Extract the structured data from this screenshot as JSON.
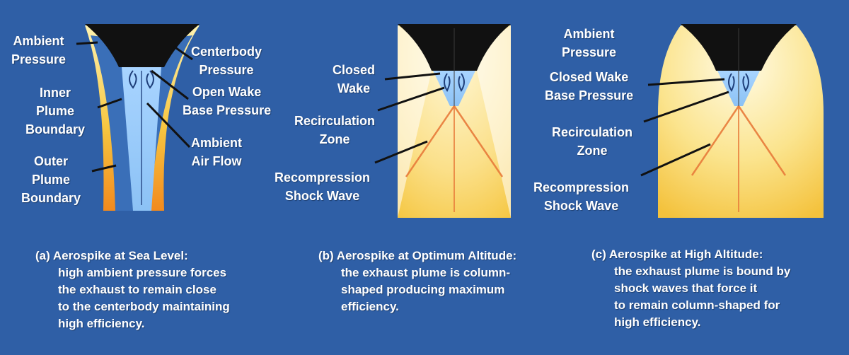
{
  "colors": {
    "background": "#2f5fa6",
    "centerbody": "#111111",
    "plume_core": "#9fd0ff",
    "plume_warm": "#f6c23a",
    "plume_light": "#fff6c8",
    "shock": "#e87b3a",
    "leader": "#111111"
  },
  "panel_a": {
    "labels": {
      "ambient_pressure": [
        "Ambient",
        "Pressure"
      ],
      "inner_plume_boundary": [
        "Inner",
        "Plume",
        "Boundary"
      ],
      "outer_plume_boundary": [
        "Outer",
        "Plume",
        "Boundary"
      ],
      "centerbody_pressure": [
        "Centerbody",
        "Pressure"
      ],
      "open_wake_base_pressure": [
        "Open Wake",
        "Base Pressure"
      ],
      "ambient_air_flow": [
        "Ambient",
        "Air Flow"
      ]
    },
    "caption": [
      "(a) Aerospike at Sea Level:",
      "high ambient pressure forces",
      "the exhaust to remain close",
      "to the centerbody maintaining",
      "high efficiency."
    ]
  },
  "panel_b": {
    "labels": {
      "closed_wake": [
        "Closed",
        "Wake"
      ],
      "recirculation_zone": [
        "Recirculation",
        "Zone"
      ],
      "recompression_shock_wave": [
        "Recompression",
        "Shock Wave"
      ]
    },
    "caption": [
      "(b) Aerospike at Optimum Altitude:",
      "the exhaust plume is column-",
      "shaped producing maximum",
      "efficiency."
    ]
  },
  "panel_c": {
    "labels": {
      "ambient_pressure": [
        "Ambient",
        "Pressure"
      ],
      "closed_wake_base_pressure": [
        "Closed Wake",
        "Base Pressure"
      ],
      "recirculation_zone": [
        "Recirculation",
        "Zone"
      ],
      "recompression_shock_wave": [
        "Recompression",
        "Shock Wave"
      ]
    },
    "caption": [
      "(c) Aerospike at High Altitude:",
      "the exhaust plume is bound by",
      "shock waves that force it",
      "to remain column-shaped for",
      "high efficiency."
    ]
  }
}
